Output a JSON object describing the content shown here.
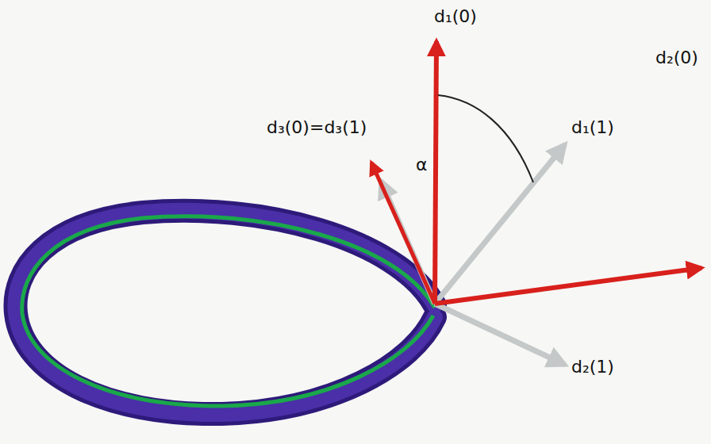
{
  "diagram": {
    "labels": [
      "d₁(0)",
      "d₃(0)=d₃(1)",
      "α",
      "d₁(1)",
      "d₂(0)",
      "d₂(1)"
    ]
  }
}
